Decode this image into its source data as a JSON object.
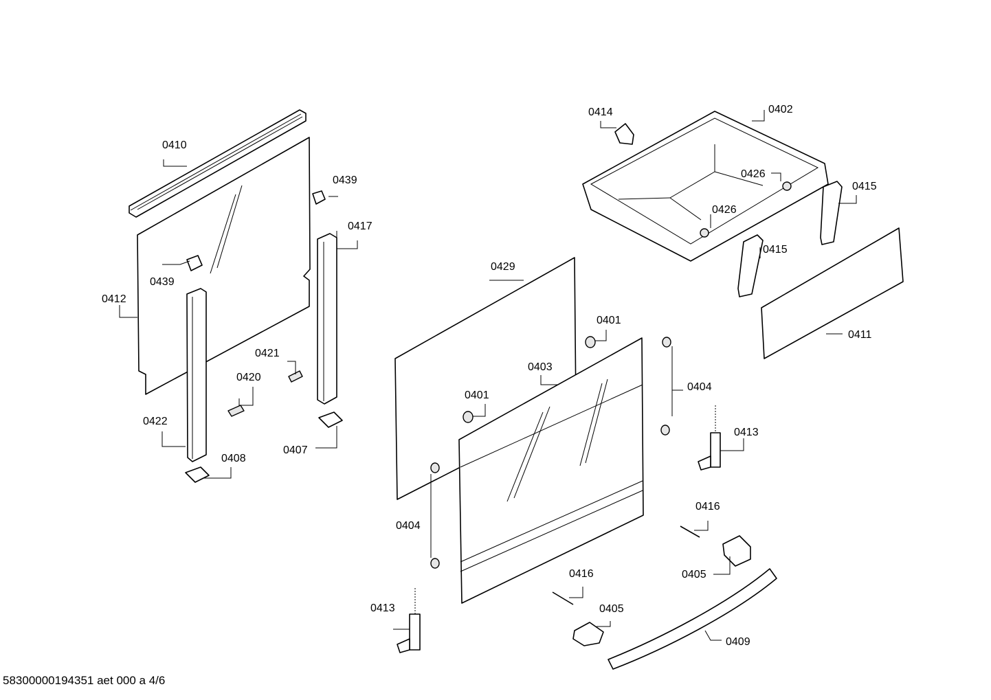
{
  "footer": {
    "document_id": "58300000194351 aet 000 a 4/6"
  },
  "callouts": {
    "c0410": "0410",
    "c0412": "0412",
    "c0439a": "0439",
    "c0439b": "0439",
    "c0417": "0417",
    "c0421": "0421",
    "c0420": "0420",
    "c0422": "0422",
    "c0408": "0408",
    "c0407": "0407",
    "c0429": "0429",
    "c0401a": "0401",
    "c0401b": "0401",
    "c0403": "0403",
    "c0404a": "0404",
    "c0404b": "0404",
    "c0413a": "0413",
    "c0413b": "0413",
    "c0416a": "0416",
    "c0416b": "0416",
    "c0405a": "0405",
    "c0405b": "0405",
    "c0409": "0409",
    "c0402": "0402",
    "c0414": "0414",
    "c0426a": "0426",
    "c0426b": "0426",
    "c0415a": "0415",
    "c0415b": "0415",
    "c0411": "0411"
  }
}
